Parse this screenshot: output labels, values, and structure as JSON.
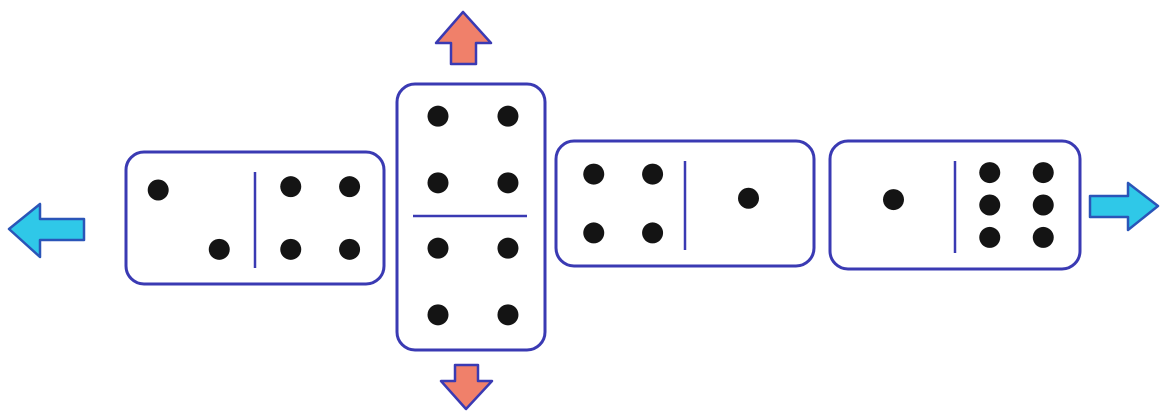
{
  "colors": {
    "domino_outline": "#3a3ab3",
    "pip": "#141414",
    "horizontal_arrow_fill": "#2fc8e8",
    "horizontal_arrow_stroke": "#2a55b8",
    "vertical_arrow_fill": "#f0806a",
    "vertical_arrow_stroke": "#3a3ab3",
    "background": "#ffffff"
  },
  "dominoes": [
    {
      "id": "domino-1",
      "orientation": "horizontal",
      "halves": [
        2,
        4
      ]
    },
    {
      "id": "domino-2",
      "orientation": "vertical",
      "halves": [
        4,
        4
      ]
    },
    {
      "id": "domino-3",
      "orientation": "horizontal",
      "halves": [
        4,
        1
      ]
    },
    {
      "id": "domino-4",
      "orientation": "horizontal",
      "halves": [
        1,
        6
      ]
    }
  ],
  "arrows": [
    {
      "id": "arrow-left",
      "direction": "left",
      "icon": "arrow-left-icon"
    },
    {
      "id": "arrow-right",
      "direction": "right",
      "icon": "arrow-right-icon"
    },
    {
      "id": "arrow-up",
      "direction": "up",
      "icon": "arrow-up-icon"
    },
    {
      "id": "arrow-down",
      "direction": "down",
      "icon": "arrow-down-icon"
    }
  ]
}
